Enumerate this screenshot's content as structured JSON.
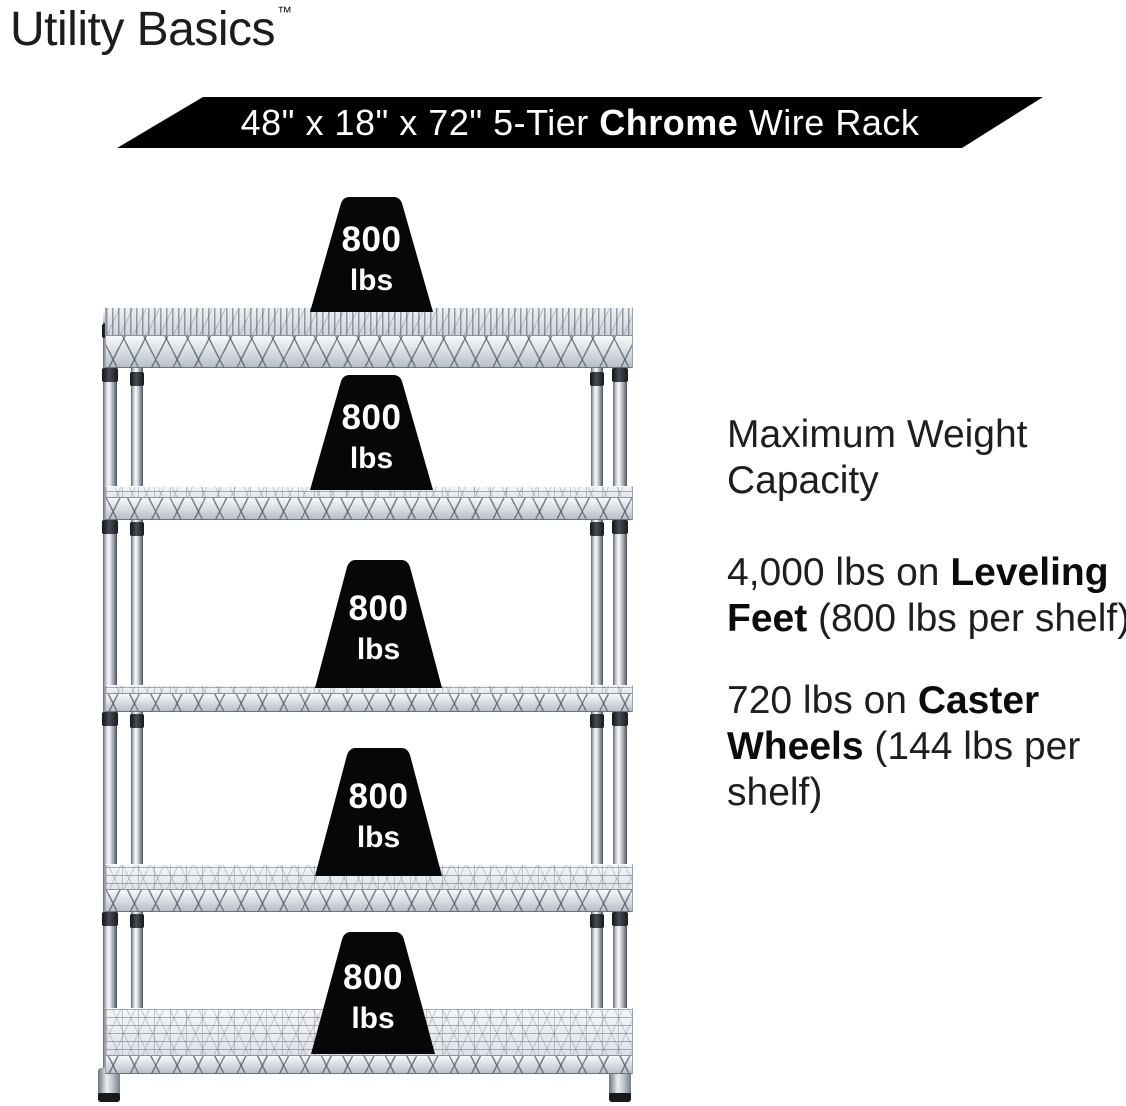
{
  "brand": {
    "name": "Utility Basics",
    "trademark": "™"
  },
  "banner": {
    "prefix": "48\" x 18\" x 72\" 5-Tier ",
    "bold": "Chrome",
    "suffix": " Wire Rack",
    "bg_color": "#000000",
    "text_color": "#ffffff"
  },
  "rack": {
    "tiers": 5,
    "finish": "Chrome",
    "badge_color": "#070707",
    "chrome_light": "#f4f6f8",
    "chrome_mid": "#aab2bb",
    "chrome_dark": "#5a616a"
  },
  "weight_badges": [
    {
      "value": "800",
      "unit": "lbs"
    },
    {
      "value": "800",
      "unit": "lbs"
    },
    {
      "value": "800",
      "unit": "lbs"
    },
    {
      "value": "800",
      "unit": "lbs"
    },
    {
      "value": "800",
      "unit": "lbs"
    }
  ],
  "specs": {
    "heading": "Maximum Weight Capacity",
    "items": [
      {
        "prefix": "4,000 lbs on ",
        "bold": "Leveling Feet",
        "suffix": " (800 lbs per shelf)"
      },
      {
        "prefix": "720 lbs on ",
        "bold": "Caster Wheels",
        "suffix": " (144 lbs per shelf)"
      }
    ]
  }
}
